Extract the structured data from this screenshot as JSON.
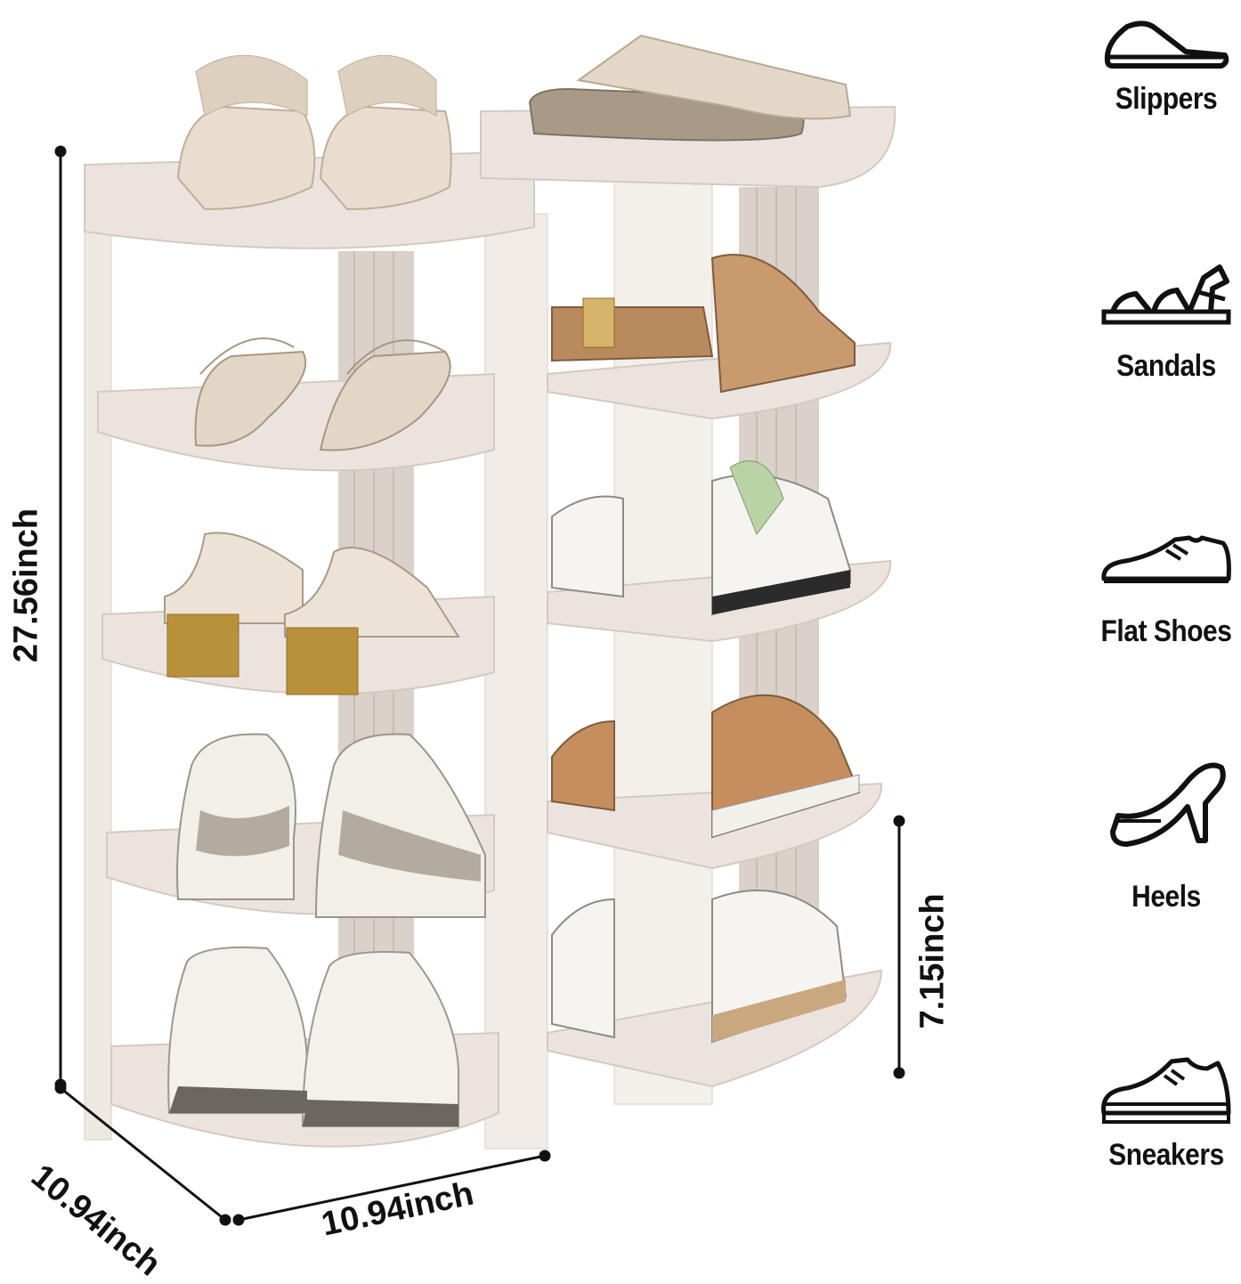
{
  "dimensions": {
    "height": "27.56inch",
    "tier_height": "7.15inch",
    "depth": "10.94inch",
    "width": "10.94inch"
  },
  "legend": [
    {
      "icon": "slipper-icon",
      "label": "Slippers"
    },
    {
      "icon": "sandal-icon",
      "label": "Sandals"
    },
    {
      "icon": "flat-shoe-icon",
      "label": "Flat Shoes"
    },
    {
      "icon": "heel-icon",
      "label": "Heels"
    },
    {
      "icon": "sneaker-icon",
      "label": "Sneakers"
    }
  ],
  "colors": {
    "rack": "#f1ece8",
    "shelf": "#e9e2dc",
    "shade": "#d6cdc6",
    "accent_gold": "#b8913a",
    "tan": "#b98a5e",
    "ink": "#111111"
  }
}
